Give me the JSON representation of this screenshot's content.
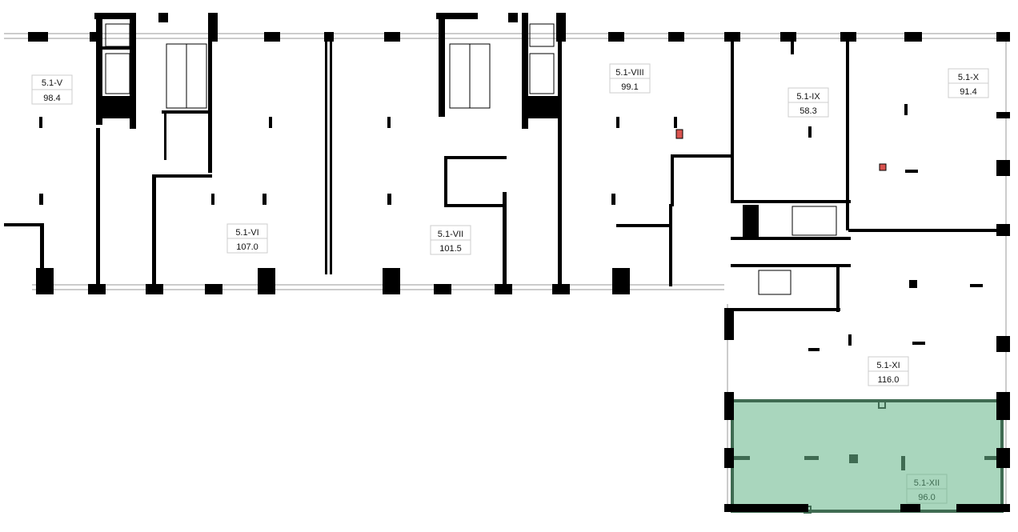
{
  "floor_plan": {
    "units": [
      {
        "id": "5.1-V",
        "area": "98.4"
      },
      {
        "id": "5.1-VI",
        "area": "107.0"
      },
      {
        "id": "5.1-VII",
        "area": "101.5"
      },
      {
        "id": "5.1-VIII",
        "area": "99.1"
      },
      {
        "id": "5.1-IX",
        "area": "58.3"
      },
      {
        "id": "5.1-X",
        "area": "91.4"
      },
      {
        "id": "5.1-XI",
        "area": "116.0"
      },
      {
        "id": "5.1-XII",
        "area": "96.0",
        "selected": true
      }
    ],
    "colors": {
      "selected_fill": "#a9d6bd",
      "selected_stroke": "#3f6b52",
      "marker": "#d9534f"
    }
  }
}
